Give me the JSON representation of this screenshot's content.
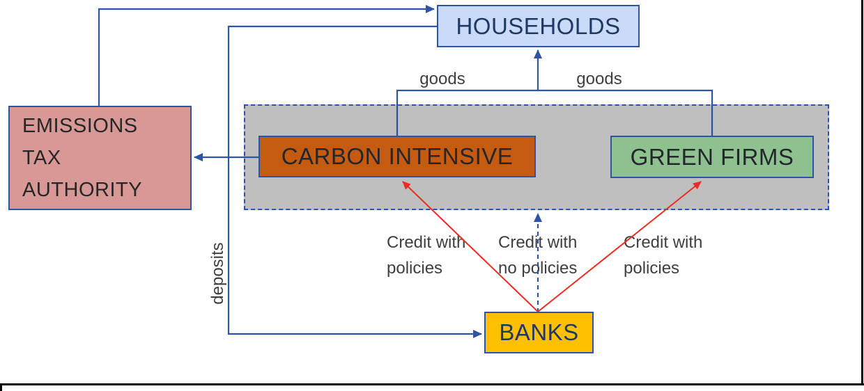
{
  "nodes": {
    "households": {
      "label": "HOUSEHOLDS"
    },
    "emissions_tax_authority": {
      "line1": "EMISSIONS",
      "line2": "TAX",
      "line3": "AUTHORITY"
    },
    "carbon_intensive": {
      "label": "CARBON INTENSIVE"
    },
    "green_firms": {
      "label": "GREEN FIRMS"
    },
    "banks": {
      "label": "BANKS"
    }
  },
  "edge_labels": {
    "goods_left": "goods",
    "goods_right": "goods",
    "deposits": "deposits",
    "credit_left": {
      "line1": "Credit with",
      "line2": "policies"
    },
    "credit_center": {
      "line1": "Credit with",
      "line2": "no policies"
    },
    "credit_right": {
      "line1": "Credit with",
      "line2": "policies"
    }
  },
  "colors": {
    "households_fill": "#C9DBF8",
    "emissions_tax_authority_fill": "#D89896",
    "carbon_intensive_fill": "#C55A11",
    "green_firms_fill": "#8FC08F",
    "banks_fill": "#FFC000",
    "firms_sector_fill": "#BFBFBF",
    "connector_blue": "#2E55A5",
    "connector_red": "#EF2A24",
    "edge_label_text": "#3F3F3F",
    "navy_node_text": "#1F3864",
    "dark_node_text": "#262626",
    "frame_black": "#000000"
  }
}
